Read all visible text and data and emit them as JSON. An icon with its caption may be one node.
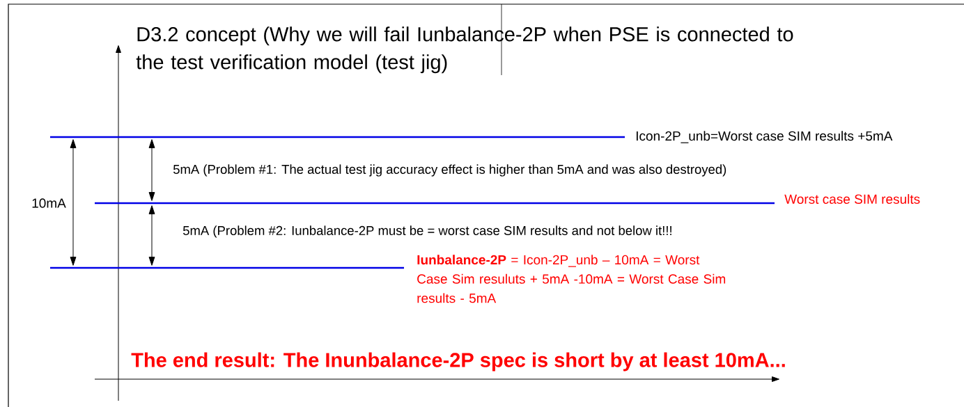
{
  "diagram": {
    "title": "D3.2 concept (Why we will fail Iunbalance-2P when PSE is connected to the test verification model (test jig)",
    "labels": [
      "Icon-2P_unb=Worst case SIM results +5mA",
      "10mA",
      "5mA (Problem #1: The actual test jig accuracy effect is higher than 5mA and was also destroyed)",
      "Worst case SIM results",
      "5mA (Problem #2: Iunbalance-2P must be = worst case SIM results and not below it!!!",
      "**Iunbalance-2P** = Icon-2P_unb – 10mA = Worst Case Sim resuluts + 5mA -10mA = Worst Case Sim results - 5mA",
      "The end result: The Inunbalance-2P spec is short by at least 10mA..."
    ]
  }
}
